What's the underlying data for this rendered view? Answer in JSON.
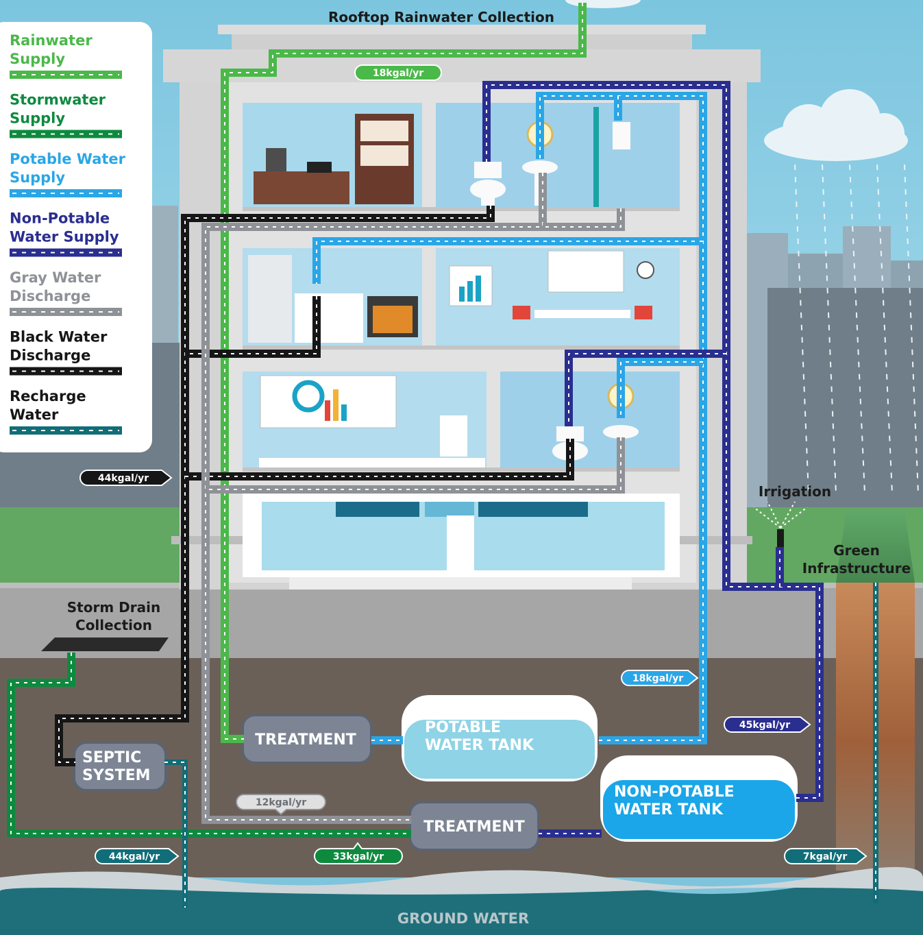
{
  "labels": {
    "rooftop": "Rooftop Rainwater Collection",
    "storm_drain_line1": "Storm Drain",
    "storm_drain_line2": "Collection",
    "irrigation": "Irrigation",
    "green_infra_line1": "Green",
    "green_infra_line2": "Infrastructure",
    "ground_water": "GROUND WATER"
  },
  "legend": [
    {
      "line1": "Rainwater",
      "line2": "Supply",
      "color": "#4bb84a"
    },
    {
      "line1": "Stormwater",
      "line2": "Supply",
      "color": "#0e8a3f"
    },
    {
      "line1": "Potable Water",
      "line2": "Supply",
      "color": "#2aa6e6"
    },
    {
      "line1": "Non-Potable",
      "line2": "Water Supply",
      "color": "#2a2e8f"
    },
    {
      "line1": "Gray Water",
      "line2": "Discharge",
      "color": "#8e9196"
    },
    {
      "line1": "Black Water",
      "line2": "Discharge",
      "color": "#161616"
    },
    {
      "line1": "Recharge",
      "line2": "Water",
      "color": "#116d78"
    }
  ],
  "flows": {
    "rainwater": "18kgal/yr",
    "black_water": "44kgal/yr",
    "potable": "18kgal/yr",
    "non_potable": "45kgal/yr",
    "gray_water": "12kgal/yr",
    "septic_recharge": "44kgal/yr",
    "stormwater": "33kgal/yr",
    "green_recharge": "7kgal/yr"
  },
  "components": {
    "treatment_top": "TREATMENT",
    "treatment_bottom": "TREATMENT",
    "septic_line1": "SEPTIC",
    "septic_line2": "SYSTEM",
    "potable_tank_line1": "POTABLE",
    "potable_tank_line2": "WATER TANK",
    "non_potable_tank_line1": "NON-POTABLE",
    "non_potable_tank_line2": "WATER TANK"
  },
  "colors": {
    "rainwater": "#4bb84a",
    "stormwater": "#0e8a3f",
    "potable": "#2aa6e6",
    "non_potable": "#2a2e8f",
    "gray": "#8e9196",
    "black": "#161616",
    "recharge": "#116d78",
    "building": "#dcdcdc",
    "soil": "#6b6058",
    "ground_water": "#1f6f7a"
  }
}
